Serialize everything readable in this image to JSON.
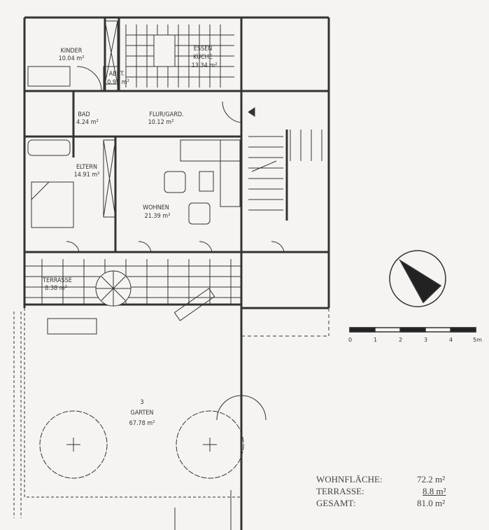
{
  "rooms": [
    {
      "name": "KINDER",
      "area": "10.04 m²"
    },
    {
      "name": "ABST.",
      "area": "0.91 m²"
    },
    {
      "name": "ESSEN",
      "name2": "KÜCHE",
      "area": "13.34 m²"
    },
    {
      "name": "BAD",
      "area": "4.24 m²"
    },
    {
      "name": "FLUR/GARD.",
      "area": "10.12 m²"
    },
    {
      "name": "ELTERN",
      "area": "14.91 m²"
    },
    {
      "name": "WOHNEN",
      "area": "21.39 m²"
    },
    {
      "name": "TERRASSE",
      "area": "8.38 m²"
    },
    {
      "name": "GARTEN",
      "number": "3",
      "area": "67.78 m²"
    }
  ],
  "scale": {
    "labels": [
      "0",
      "1",
      "2",
      "3",
      "4",
      "5m"
    ]
  },
  "summary": [
    {
      "label": "WOHNFLÄCHE:",
      "value": "72.2 m²"
    },
    {
      "label": "TERRASSE:",
      "value": "8.8 m²"
    },
    {
      "label": "GESAMT:",
      "value": "81.0 m²"
    }
  ],
  "colors": {
    "line": "#333333",
    "paper": "#f5f4f2"
  }
}
